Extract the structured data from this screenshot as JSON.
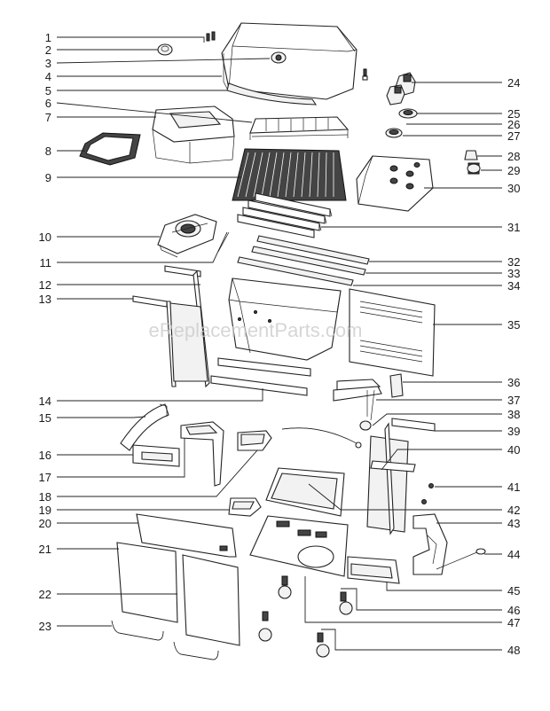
{
  "watermark": "eReplacementParts.com",
  "callouts_left": [
    "1",
    "2",
    "3",
    "4",
    "5",
    "6",
    "7",
    "8",
    "9",
    "10",
    "11",
    "12",
    "13",
    "14",
    "15",
    "16",
    "17",
    "18",
    "19",
    "20",
    "21",
    "22",
    "23"
  ],
  "callouts_right": [
    "24",
    "25",
    "26",
    "27",
    "28",
    "29",
    "30",
    "31",
    "32",
    "33",
    "34",
    "35",
    "36",
    "37",
    "38",
    "39",
    "40",
    "41",
    "42",
    "43",
    "44",
    "45",
    "46",
    "47",
    "48"
  ]
}
